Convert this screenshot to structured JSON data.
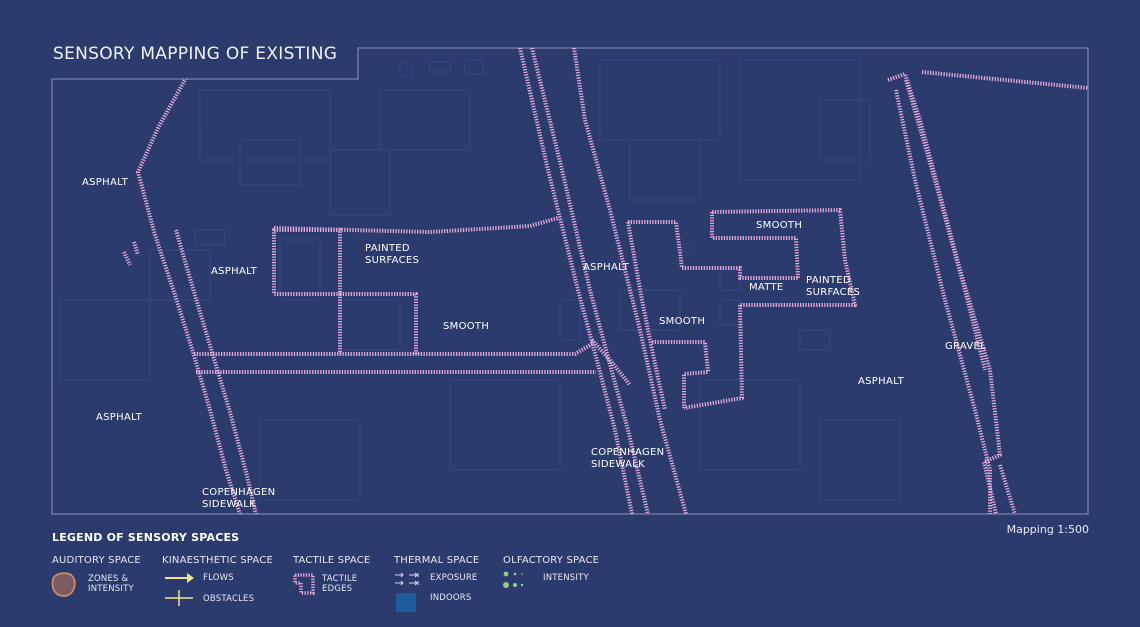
{
  "title": "SENSORY MAPPING OF EXISTING",
  "scale": "Mapping 1:500",
  "colors": {
    "background": "#2b3b6e",
    "frame": "#8b96bf",
    "building_lines": "#34467e",
    "tactile_edge": "#e6a8d8",
    "flow_arrow": "#f3e48a",
    "indoors": "#1f5a9c",
    "olfactory": "#8fd18a",
    "auditory_fill": "#7a5a63",
    "auditory_stroke": "#d48a5a"
  },
  "map_labels": [
    {
      "id": "asphalt-nw",
      "lines": [
        "ASPHALT"
      ]
    },
    {
      "id": "asphalt-w",
      "lines": [
        "ASPHALT"
      ]
    },
    {
      "id": "painted-1",
      "lines": [
        "PAINTED",
        "SURFACES"
      ]
    },
    {
      "id": "smooth-1",
      "lines": [
        "SMOOTH"
      ]
    },
    {
      "id": "asphalt-center",
      "lines": [
        "ASPHALT"
      ]
    },
    {
      "id": "asphalt-sw",
      "lines": [
        "ASPHALT"
      ]
    },
    {
      "id": "sidewalk-1",
      "lines": [
        "COPENHAGEN",
        "SIDEWALK"
      ]
    },
    {
      "id": "sidewalk-2",
      "lines": [
        "COPENHAGEN",
        "SIDEWALK"
      ]
    },
    {
      "id": "smooth-2",
      "lines": [
        "SMOOTH"
      ]
    },
    {
      "id": "smooth-3",
      "lines": [
        "SMOOTH"
      ]
    },
    {
      "id": "matte",
      "lines": [
        "MATTE"
      ]
    },
    {
      "id": "painted-2",
      "lines": [
        "PAINTED",
        "SURFACES"
      ]
    },
    {
      "id": "asphalt-e",
      "lines": [
        "ASPHALT"
      ]
    },
    {
      "id": "gravel",
      "lines": [
        "GRAVEL"
      ]
    }
  ],
  "legend": {
    "title": "LEGEND OF SENSORY SPACES",
    "auditory": {
      "heading": "AUDITORY SPACE",
      "item": "ZONES &\nINTENSITY",
      "icon": "blob-icon"
    },
    "kinaesthetic": {
      "heading": "KINAESTHETIC SPACE",
      "flows": "FLOWS",
      "obstacles": "OBSTACLES"
    },
    "tactile": {
      "heading": "TACTILE SPACE",
      "item": "TACTILE\nEDGES"
    },
    "thermal": {
      "heading": "THERMAL SPACE",
      "exposure": "EXPOSURE",
      "indoors": "INDOORS"
    },
    "olfactory": {
      "heading": "OLFACTORY SPACE",
      "item": "INTENSITY"
    }
  }
}
